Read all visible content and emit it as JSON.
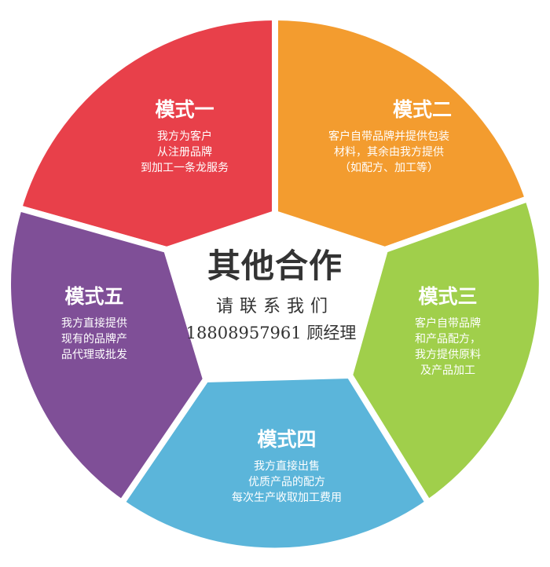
{
  "center": {
    "title": "其他合作",
    "subtitle": "请联系我们",
    "contact": "18808957961 顾经理"
  },
  "segments": [
    {
      "title": "模式一",
      "lines": [
        "我方为客户",
        "从注册品牌",
        "到加工一条龙服务"
      ],
      "color": "#e8404a"
    },
    {
      "title": "模式二",
      "lines": [
        "客户自带品牌并提供包装",
        "材料，其余由我方提供",
        "（如配方、加工等）"
      ],
      "color": "#f39c2f"
    },
    {
      "title": "模式三",
      "lines": [
        "客户自带品牌",
        "和产品配方，",
        "我方提供原料",
        "及产品加工"
      ],
      "color": "#a0cf4b"
    },
    {
      "title": "模式四",
      "lines": [
        "我方直接出售",
        "优质产品的配方",
        "每次生产收取加工费用"
      ],
      "color": "#5bb5da"
    },
    {
      "title": "模式五",
      "lines": [
        "我方直接提供",
        "现有的品牌产",
        "品代理或批发"
      ],
      "color": "#7f4f97"
    }
  ]
}
